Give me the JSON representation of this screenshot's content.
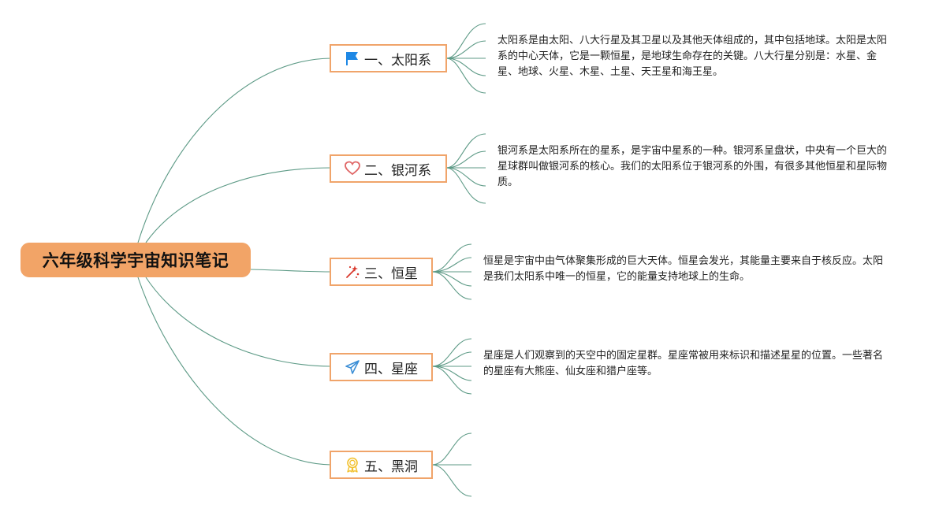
{
  "root": {
    "title": "六年级科学宇宙知识笔记"
  },
  "branches": [
    {
      "label": "一、太阳系",
      "icon": "flag-icon",
      "note": "太阳系是由太阳、八大行星及其卫星以及其他天体组成的，其中包括地球。太阳是太阳系的中心天体，它是一颗恒星，是地球生命存在的关键。八大行星分别是：水星、金星、地球、火星、木星、土星、天王星和海王星。"
    },
    {
      "label": "二、银河系",
      "icon": "heart-icon",
      "note": "银河系是太阳系所在的星系，是宇宙中星系的一种。银河系呈盘状，中央有一个巨大的星球群叫做银河系的核心。我们的太阳系位于银河系的外围，有很多其他恒星和星际物质。"
    },
    {
      "label": "三、恒星",
      "icon": "sparkle-icon",
      "note": "恒星是宇宙中由气体聚集形成的巨大天体。恒星会发光，其能量主要来自于核反应。太阳是我们太阳系中唯一的恒星，它的能量支持地球上的生命。"
    },
    {
      "label": "四、星座",
      "icon": "paper-plane-icon",
      "note": "星座是人们观察到的天空中的固定星群。星座常被用来标识和描述星星的位置。一些著名的星座有大熊座、仙女座和猎户座等。"
    },
    {
      "label": "五、黑洞",
      "icon": "award-badge-icon",
      "note": ""
    }
  ],
  "colors": {
    "root_fill": "#f2a467",
    "branch_border": "#f0a46a",
    "connector": "#5d9a86",
    "flag": "#1e88e5",
    "heart": "#e06666",
    "sparkle": "#d9382c",
    "paper_plane": "#3d8fd6",
    "badge": "#f2c12e"
  }
}
